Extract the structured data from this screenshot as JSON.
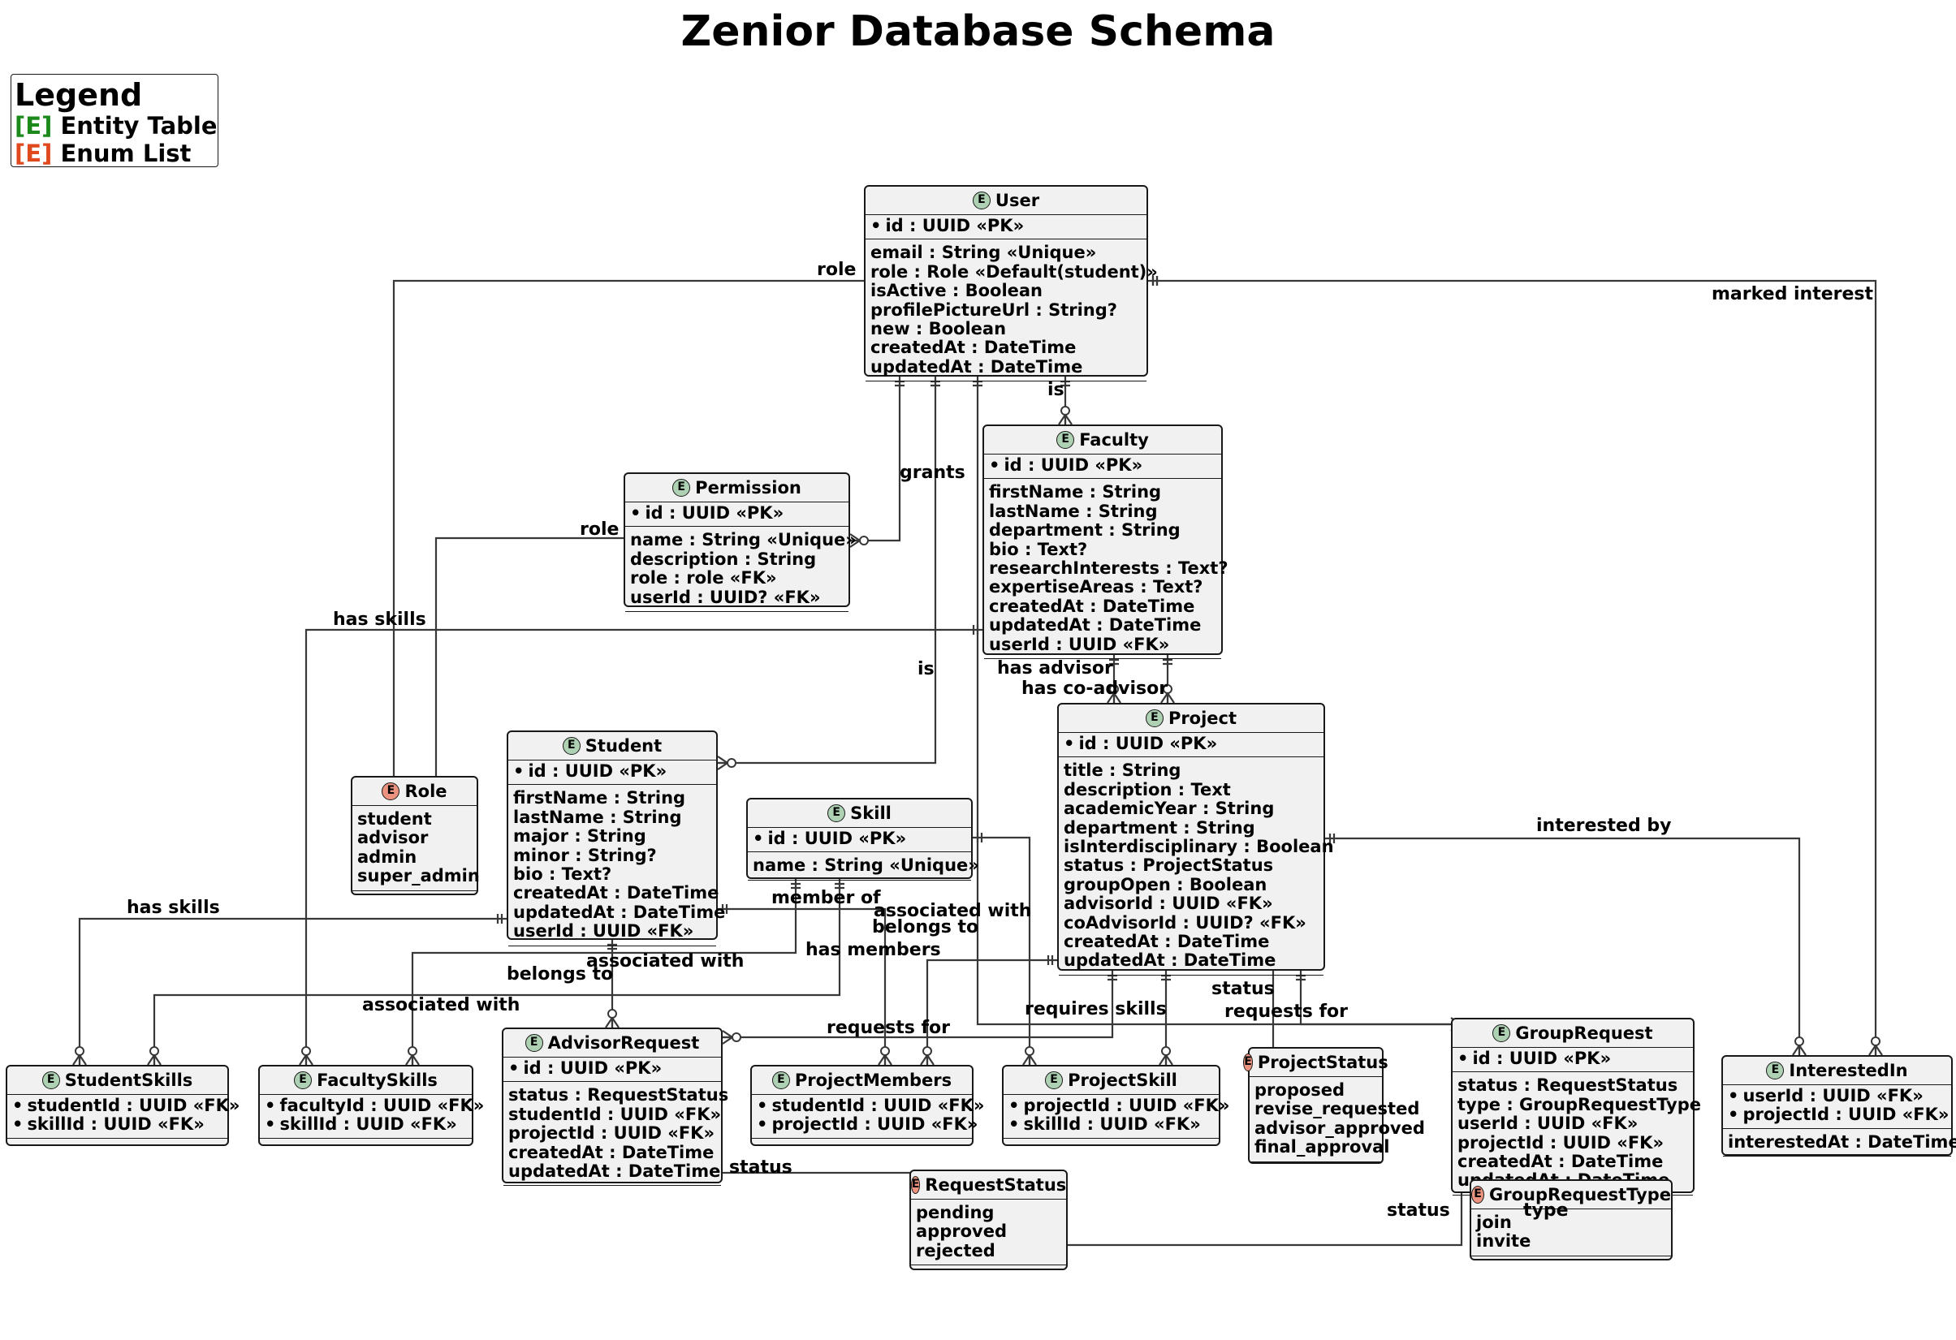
{
  "diagram": {
    "title": "Zenior Database Schema",
    "legend": {
      "title": "Legend",
      "items": [
        {
          "tag": "[E]",
          "label": "Entity Table",
          "color": "#1b8a1b"
        },
        {
          "tag": "[E]",
          "label": "Enum List",
          "color": "#e0481e"
        }
      ]
    },
    "badge_letter": "E",
    "colors": {
      "entity_badge": "#ADD1B2",
      "enum_badge": "#EB937F",
      "box_fill": "#F1F1F1",
      "line": "#383838"
    },
    "entities": {
      "user": {
        "name": "User",
        "pk": [
          "id : UUID «PK»"
        ],
        "attrs": [
          "email : String «Unique»",
          "role : Role «Default(student)»",
          "isActive : Boolean",
          "profilePictureUrl : String?",
          "new : Boolean",
          "createdAt : DateTime",
          "updatedAt : DateTime"
        ]
      },
      "faculty": {
        "name": "Faculty",
        "pk": [
          "id : UUID «PK»"
        ],
        "attrs": [
          "firstName : String",
          "lastName : String",
          "department : String",
          "bio : Text?",
          "researchInterests : Text?",
          "expertiseAreas : Text?",
          "createdAt : DateTime",
          "updatedAt : DateTime",
          "userId : UUID «FK»"
        ]
      },
      "permission": {
        "name": "Permission",
        "pk": [
          "id : UUID «PK»"
        ],
        "attrs": [
          "name : String «Unique»",
          "description : String",
          "role : role «FK»",
          "userId : UUID? «FK»"
        ]
      },
      "student": {
        "name": "Student",
        "pk": [
          "id : UUID «PK»"
        ],
        "attrs": [
          "firstName : String",
          "lastName : String",
          "major : String",
          "minor : String?",
          "bio : Text?",
          "createdAt : DateTime",
          "updatedAt : DateTime",
          "userId : UUID «FK»"
        ]
      },
      "skill": {
        "name": "Skill",
        "pk": [
          "id : UUID «PK»"
        ],
        "attrs": [
          "name : String «Unique»"
        ]
      },
      "project": {
        "name": "Project",
        "pk": [
          "id : UUID «PK»"
        ],
        "attrs": [
          "title : String",
          "description : Text",
          "academicYear : String",
          "department : String",
          "isInterdisciplinary : Boolean",
          "status : ProjectStatus",
          "groupOpen : Boolean",
          "advisorId : UUID «FK»",
          "coAdvisorId : UUID? «FK»",
          "createdAt : DateTime",
          "updatedAt : DateTime"
        ]
      },
      "studentSkills": {
        "name": "StudentSkills",
        "pk": [
          "studentId : UUID «FK»",
          "skillId : UUID «FK»"
        ],
        "attrs": []
      },
      "facultySkills": {
        "name": "FacultySkills",
        "pk": [
          "facultyId : UUID «FK»",
          "skillId : UUID «FK»"
        ],
        "attrs": []
      },
      "advisorRequest": {
        "name": "AdvisorRequest",
        "pk": [
          "id : UUID «PK»"
        ],
        "attrs": [
          "status : RequestStatus",
          "studentId : UUID «FK»",
          "projectId : UUID «FK»",
          "createdAt : DateTime",
          "updatedAt : DateTime"
        ]
      },
      "projectMembers": {
        "name": "ProjectMembers",
        "pk": [
          "studentId : UUID «FK»",
          "projectId : UUID «FK»"
        ],
        "attrs": []
      },
      "projectSkill": {
        "name": "ProjectSkill",
        "pk": [
          "projectId : UUID «FK»",
          "skillId : UUID «FK»"
        ],
        "attrs": []
      },
      "groupRequest": {
        "name": "GroupRequest",
        "pk": [
          "id : UUID «PK»"
        ],
        "attrs": [
          "status : RequestStatus",
          "type : GroupRequestType",
          "userId : UUID «FK»",
          "projectId : UUID «FK»",
          "createdAt : DateTime",
          "updatedAt : DateTime"
        ]
      },
      "interestedIn": {
        "name": "InterestedIn",
        "pk": [
          "userId : UUID «FK»",
          "projectId : UUID «FK»"
        ],
        "attrs": [
          "interestedAt : DateTime"
        ]
      }
    },
    "enums": {
      "role": {
        "name": "Role",
        "values": [
          "student",
          "advisor",
          "admin",
          "super_admin"
        ]
      },
      "projectStatus": {
        "name": "ProjectStatus",
        "values": [
          "proposed",
          "revise_requested",
          "advisor_approved",
          "final_approval"
        ]
      },
      "requestStatus": {
        "name": "RequestStatus",
        "values": [
          "pending",
          "approved",
          "rejected"
        ]
      },
      "groupRequestType": {
        "name": "GroupRequestType",
        "values": [
          "join",
          "invite"
        ]
      }
    },
    "relation_labels": {
      "user_role": "role",
      "marked_interest": "marked interest",
      "user_faculty_is": "is",
      "grants": "grants",
      "permission_role": "role",
      "faculty_has_skills": "has skills",
      "user_student_is": "is",
      "has_advisor": "has advisor",
      "has_co_advisor": "has co-advisor",
      "interested_by": "interested by",
      "student_has_skills": "has skills",
      "member_of": "member of",
      "skill_associated_with_project": "associated with",
      "skill_belongs_to": "belongs to",
      "has_members": "has members",
      "advisor_associated_with": "associated with",
      "student_skills_belongs_to": "belongs to",
      "faculty_skills_associated_with": "associated with",
      "requires_skills": "requires skills",
      "project_status": "status",
      "requests_for_group": "requests for",
      "requests_for_advisor": "requests for",
      "advisor_request_status": "status",
      "group_request_status": "status",
      "group_request_type": "type"
    }
  }
}
